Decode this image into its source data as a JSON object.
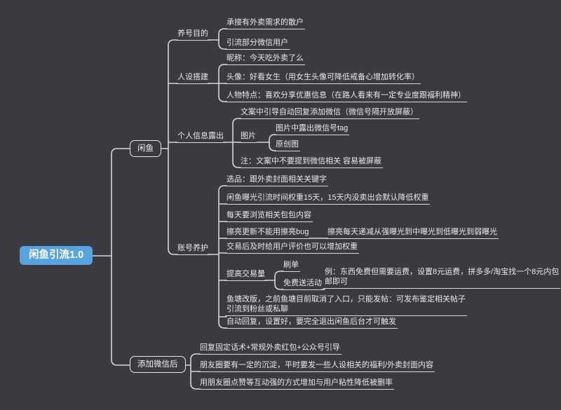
{
  "app": "mind-map",
  "colors": {
    "background": "#3a3b41",
    "root_fill": "#56a3de",
    "line": "#d8d8d8",
    "text": "#e9e9e7"
  },
  "tree": {
    "label": "闲鱼引流1.0",
    "children": [
      {
        "label": "闲鱼",
        "children": [
          {
            "label": "养号目的",
            "children": [
              {
                "label": "承接有外卖需求的散户"
              },
              {
                "label": "引流部分微信用户"
              }
            ]
          },
          {
            "label": "人设搭建",
            "children": [
              {
                "label": "昵称：今天吃外卖了么"
              },
              {
                "label": "头像：好看女生（用女生头像可降低戒备心增加转化率）"
              },
              {
                "label": "人物特点：喜欢分享优惠信息（在路人看来有一定专业度跟福利精神）"
              }
            ]
          },
          {
            "label": "个人信息露出",
            "children": [
              {
                "label": "文案中引导自动回复添加微信（微信号隔开放屏蔽）"
              },
              {
                "label": "图片",
                "children": [
                  {
                    "label": "图片中露出微信号tag"
                  },
                  {
                    "label": "原创图"
                  }
                ]
              },
              {
                "label": "注：文案中不要提到微信相关 容易被屏蔽"
              }
            ]
          },
          {
            "label": "账号养护",
            "children": [
              {
                "label": "选品：跟外卖封面相关关键字"
              },
              {
                "label": "闲鱼曝光引流时间权重15天，15天内没卖出会默认降低权重"
              },
              {
                "label": "每天要浏览相关包包内容"
              },
              {
                "label": "擦亮更新不能用擦亮bug",
                "children": [
                  {
                    "label": "擦亮每天递减从强曝光到中曝光到低曝光到弱曝光"
                  }
                ]
              },
              {
                "label": "交易后及时给用户评价也可以增加权重"
              },
              {
                "label": "提高交易量",
                "children": [
                  {
                    "label": "刷单"
                  },
                  {
                    "label": "免费送活动",
                    "children": [
                      {
                        "label": "例：东西免费但需要运费，设置8元运费，拼多多/淘宝找一个8元内包\n邮即可"
                      }
                    ]
                  }
                ]
              },
              {
                "label": "鱼塘改版，之前鱼塘目前取消了入口，只能发帖：可发布鉴定相关帖子\n引流到粉丝或私聊"
              },
              {
                "label": "自动回复，设置好，要完全退出闲鱼后台才可触发"
              }
            ]
          }
        ]
      },
      {
        "label": "添加微信后",
        "children": [
          {
            "label": "回复固定话术+常规外卖红包+公众号引导"
          },
          {
            "label": "朋友圈要有一定的沉淀，平时要发一些人设相关的福利/外卖封面内容"
          },
          {
            "label": "用朋友圈点赞等互动强的方式增加与用户粘性降低被删率"
          }
        ]
      }
    ]
  }
}
